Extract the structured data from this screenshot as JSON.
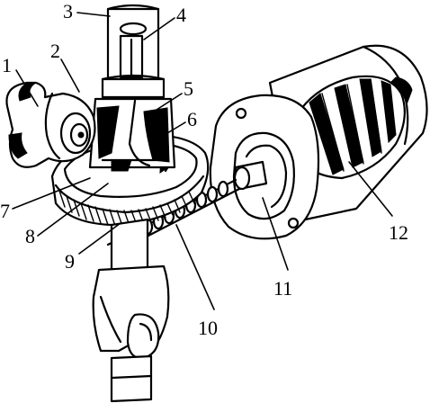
{
  "diagram": {
    "callouts": [
      {
        "id": "c1",
        "text": "1"
      },
      {
        "id": "c2",
        "text": "2"
      },
      {
        "id": "c3",
        "text": "3"
      },
      {
        "id": "c4",
        "text": "4"
      },
      {
        "id": "c5",
        "text": "5"
      },
      {
        "id": "c6",
        "text": "6"
      },
      {
        "id": "c7",
        "text": "7"
      },
      {
        "id": "c8",
        "text": "8"
      },
      {
        "id": "c9",
        "text": "9"
      },
      {
        "id": "c10",
        "text": "10"
      },
      {
        "id": "c11",
        "text": "11"
      },
      {
        "id": "c12",
        "text": "12"
      }
    ],
    "colors": {
      "ink": "#000000",
      "paper": "#ffffff"
    }
  }
}
